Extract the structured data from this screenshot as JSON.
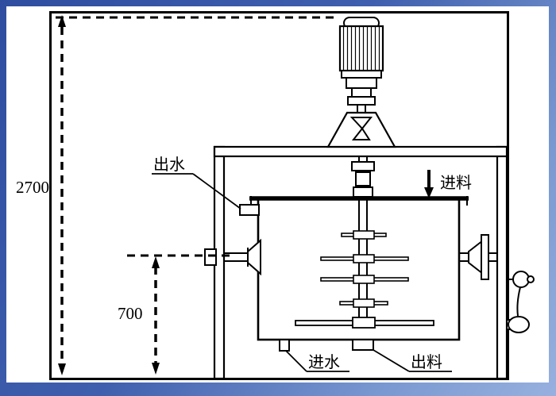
{
  "slide": {
    "background_color_dark": "#2f4da0",
    "background_color_light": "#97b0de",
    "canvas_color": "#ffffff",
    "line_color": "#000000"
  },
  "diagram": {
    "dimensions": {
      "overall_height": "2700",
      "section_height": "700"
    },
    "labels": {
      "water_outlet": "出水",
      "feed_inlet": "进料",
      "water_inlet": "进水",
      "discharge_outlet": "出料"
    }
  }
}
